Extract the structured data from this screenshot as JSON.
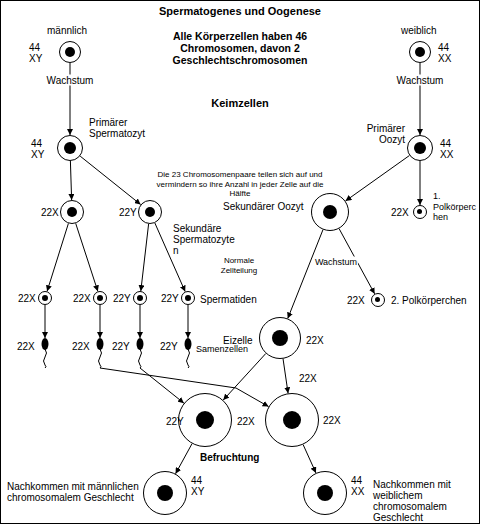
{
  "diagram": {
    "title": "Spermatogenes und Oogenese",
    "nodes": [
      {
        "text": [
          "männlich",
          "44 XY"
        ]
      },
      {
        "text": [
          "weiblich",
          "44 XX"
        ]
      },
      {
        "text": [
          "44 XY",
          "Primärer Spermatozyt"
        ]
      },
      {
        "text": [
          "Primärer Oozyt",
          "44 XX"
        ]
      },
      {
        "text": [
          "22X"
        ]
      },
      {
        "text": [
          "22Y",
          "Sekundäre Spermatozyten"
        ]
      },
      {
        "text": [
          "Sekundärer Oozyt"
        ]
      },
      {
        "text": [
          "22X",
          "1. Polkörperchen"
        ]
      },
      {
        "text": [
          "22X"
        ]
      },
      {
        "text": [
          "22X"
        ]
      },
      {
        "text": [
          "22Y"
        ]
      },
      {
        "text": [
          "22Y",
          "Spermatiden"
        ]
      },
      {
        "text": [
          "Eizelle",
          "22X"
        ]
      },
      {
        "text": [
          "22X",
          "2. Polkörperchen"
        ]
      },
      {
        "text": [
          "22X"
        ]
      },
      {
        "text": [
          "22X"
        ]
      },
      {
        "text": [
          "22Y"
        ]
      },
      {
        "text": [
          "22Y",
          "Samenzellen"
        ]
      },
      {
        "text": [
          "22Y",
          "22X"
        ]
      },
      {
        "text": [
          "22X",
          "22X"
        ]
      },
      {
        "text": [
          "44 XY",
          "Nachkommen mit männlichen chromosomalem Geschlecht"
        ]
      },
      {
        "text": [
          "44 XX",
          "Nachkommen mit weiblichem chromosomalem Geschlecht"
        ]
      }
    ],
    "edges": [
      {
        "from": 0,
        "to": 2,
        "label": "Wachstum",
        "arrow": "to"
      },
      {
        "from": 1,
        "to": 3,
        "label": "Wachstum",
        "arrow": "to"
      },
      {
        "from": 2,
        "to": 4,
        "arrow": "to"
      },
      {
        "from": 2,
        "to": 5,
        "arrow": "to"
      },
      {
        "from": 3,
        "to": 6,
        "arrow": "to"
      },
      {
        "from": 3,
        "to": 7,
        "arrow": "to"
      },
      {
        "from": 4,
        "to": 8,
        "arrow": "to"
      },
      {
        "from": 4,
        "to": 9,
        "arrow": "to"
      },
      {
        "from": 5,
        "to": 10,
        "arrow": "to"
      },
      {
        "from": 5,
        "to": 11,
        "arrow": "to"
      },
      {
        "from": 6,
        "to": 12,
        "label": "Wachstum",
        "arrow": "to"
      },
      {
        "from": 6,
        "to": 13,
        "arrow": "to"
      },
      {
        "from": 8,
        "to": 14,
        "arrow": "to"
      },
      {
        "from": 9,
        "to": 15,
        "arrow": "to"
      },
      {
        "from": 10,
        "to": 16,
        "arrow": "to"
      },
      {
        "from": 11,
        "to": 17,
        "arrow": "to"
      },
      {
        "from": 15,
        "to": 19,
        "arrow": "to"
      },
      {
        "from": 16,
        "to": 18,
        "arrow": "to"
      },
      {
        "from": 12,
        "to": 18,
        "arrow": "to"
      },
      {
        "from": 12,
        "to": 19,
        "arrow": "to"
      },
      {
        "from": 18,
        "to": 20,
        "arrow": "to"
      },
      {
        "from": 19,
        "to": 21,
        "arrow": "to"
      }
    ],
    "labels": [
      "Alle Körperzellen haben 46 Chromosomen, davon 2 Geschlechtschromosomen",
      "Keimzellen",
      "Die 23 Chromosomenpaare teilen sich auf und vermindern so ihre Anzahl in jeder Zelle auf die Hälfte",
      "Normale Zellteilung",
      "Befruchtung"
    ]
  }
}
